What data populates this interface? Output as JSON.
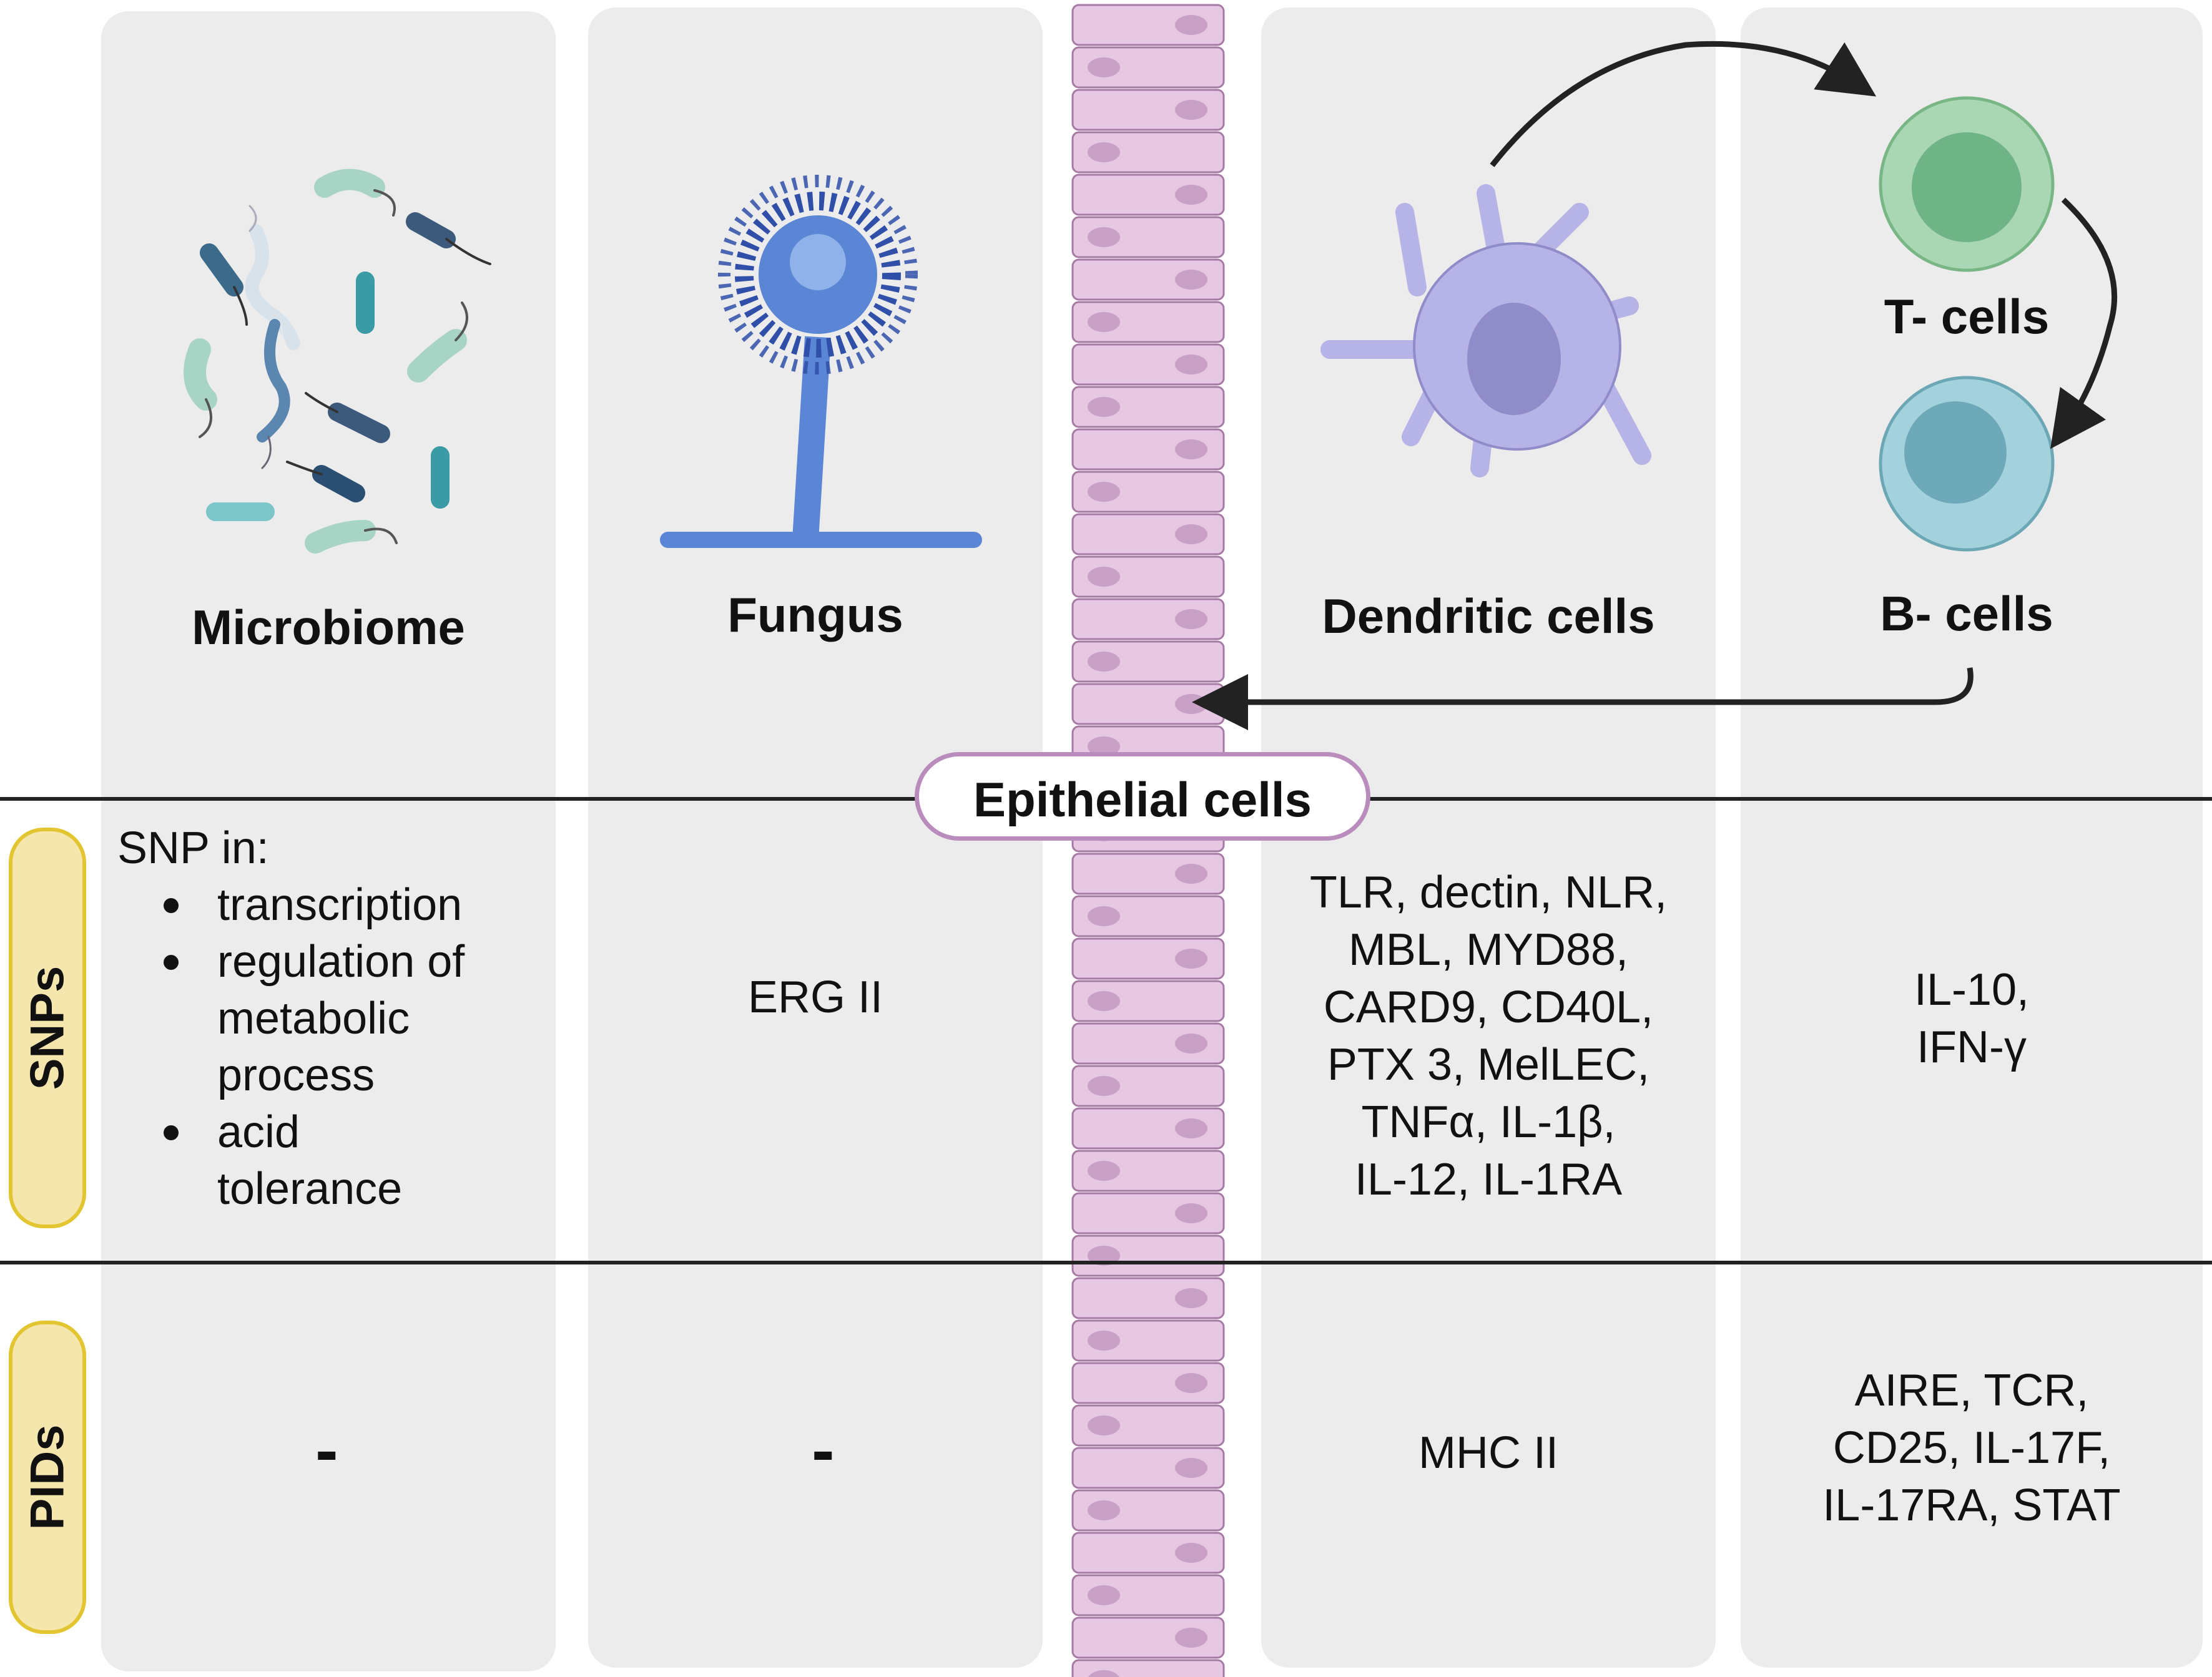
{
  "columns": [
    {
      "title": "Microbiome"
    },
    {
      "title": "Fungus"
    },
    {
      "title": "Dendritic cells"
    },
    {
      "title": "T- cells"
    },
    {
      "title": "B- cells"
    }
  ],
  "epithelial_label": "Epithelial cells",
  "rows": [
    {
      "label": "SNPs"
    },
    {
      "label": "PIDs"
    }
  ],
  "snps": {
    "microbiome_intro": "SNP in:",
    "microbiome_items": [
      "transcription",
      "regulation of metabolic process",
      "acid tolerance"
    ],
    "fungus": "ERG II",
    "dendritic": "TLR, dectin, NLR,\nMBL, MYD88,\nCARD9, CD40L,\nPTX 3, MelLEC,\nTNFα, IL-1β,\nIL-12, IL-1RA",
    "tb_cells": "IL-10,\nIFN-γ"
  },
  "pids": {
    "microbiome": "-",
    "fungus": "-",
    "dendritic": "MHC  II",
    "tb_cells": "AIRE, TCR,\nCD25, IL-17F,\nIL-17RA, STAT"
  },
  "colors": {
    "column_bg": "#ececec",
    "epithelium": "#e6c8e2",
    "epithelium_nucleus": "#c9a0c6",
    "dendritic": "#b6b3e6",
    "t_cell": "#a9d6b3",
    "b_cell": "#a4d2dc",
    "fungus": "#5b86d6",
    "pill_fill": "#f5e6ad",
    "pill_border": "#e3c531"
  },
  "icons": [
    "bacteria-icon",
    "fungus-icon",
    "dendritic-cell-icon",
    "t-cell-icon",
    "b-cell-icon",
    "epithelium-icon"
  ]
}
